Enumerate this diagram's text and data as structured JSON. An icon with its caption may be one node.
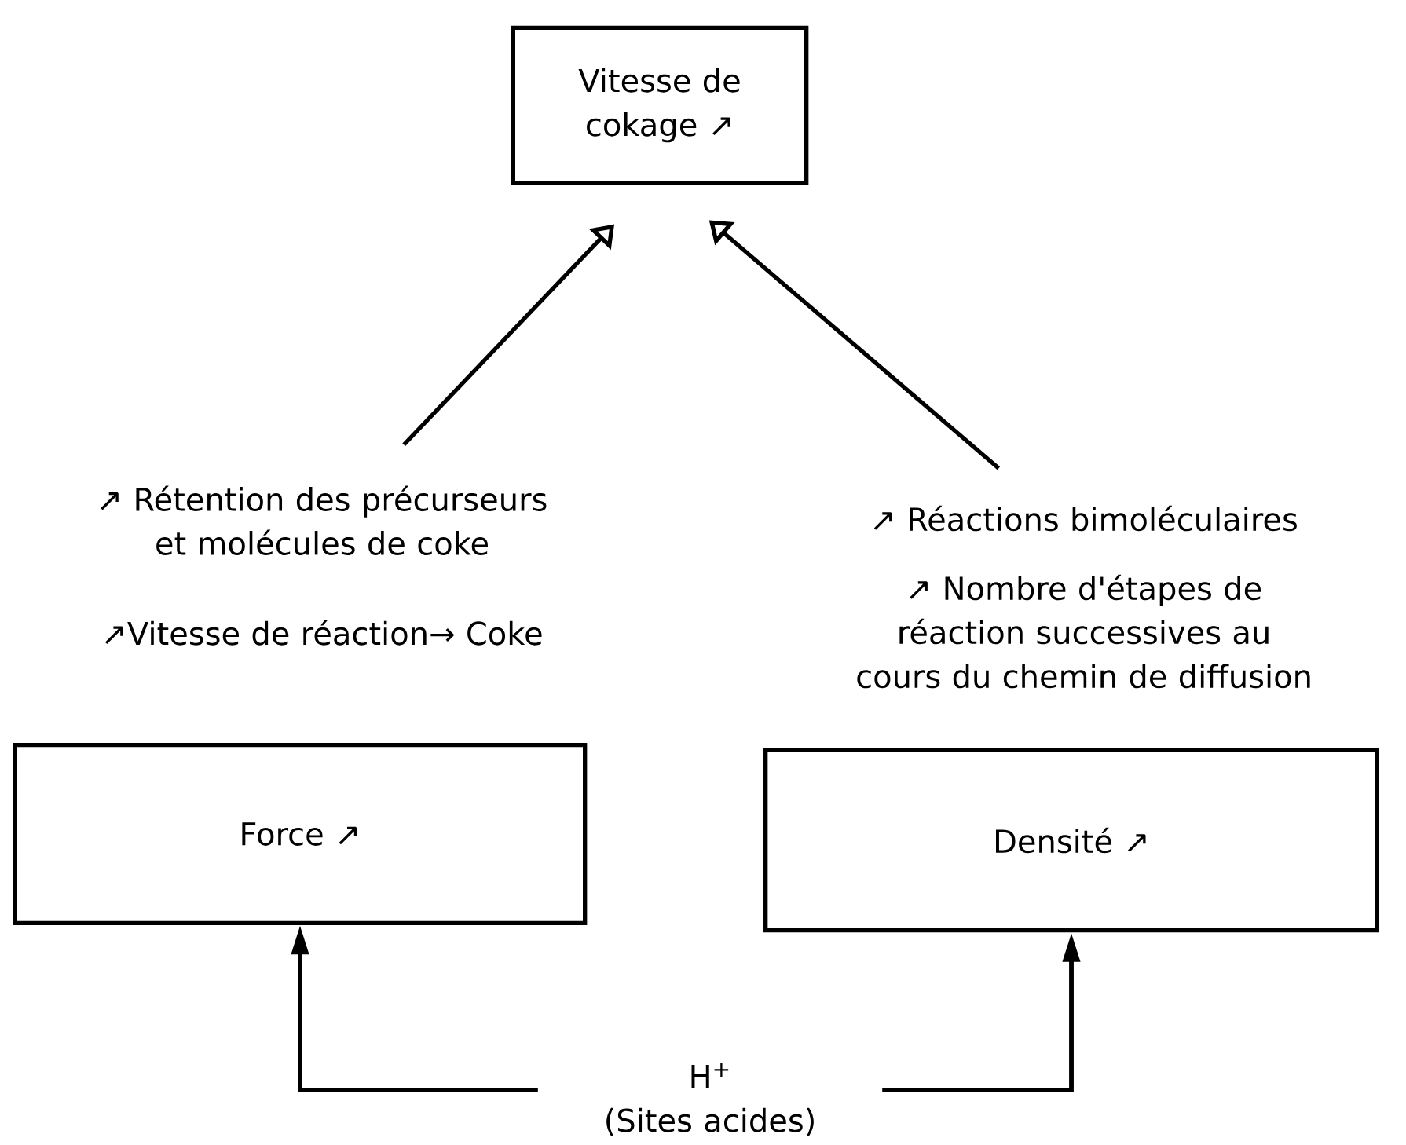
{
  "diagram": {
    "nodes": [
      {
        "text": [
          "Vitesse de cokage ↗"
        ]
      },
      {
        "text": [
          "↗ Rétention des précurseurs et molécules de coke",
          "↗Vitesse de réaction→ Coke"
        ]
      },
      {
        "text": [
          "↗ Réactions bimoléculaires",
          "↗ Nombre d'étapes  de réaction successives au cours du chemin de diffusion"
        ]
      },
      {
        "text": [
          "Force ↗"
        ]
      },
      {
        "text": [
          "Densité ↗"
        ]
      },
      {
        "text": [
          "H$^{+}$",
          "(Sites acides)"
        ]
      }
    ],
    "edges": [
      {
        "from": 1,
        "to": 0,
        "arrow": "to"
      },
      {
        "from": 2,
        "to": 0,
        "arrow": "to"
      },
      {
        "from": 5,
        "to": 3,
        "arrow": "to"
      },
      {
        "from": 5,
        "to": 4,
        "arrow": "to"
      }
    ]
  }
}
